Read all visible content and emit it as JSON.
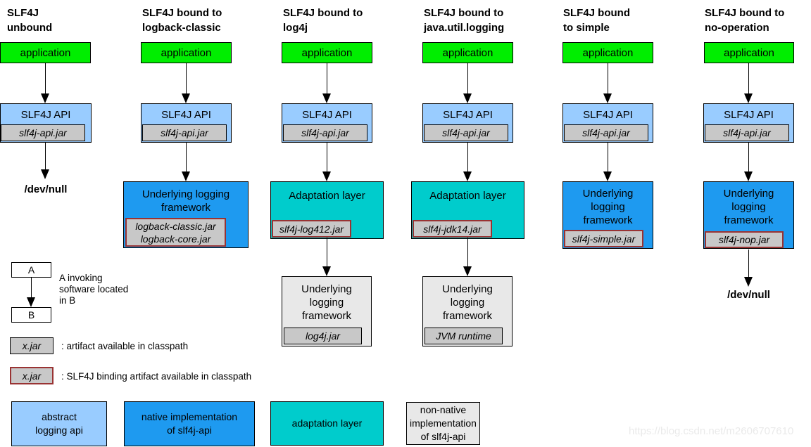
{
  "columns": [
    {
      "title": "SLF4J\nunbound",
      "application": "application",
      "api": "SLF4J API",
      "api_jar": "slf4j-api.jar",
      "sink": "/dev/null"
    },
    {
      "title": "SLF4J bound to\nlogback-classic",
      "application": "application",
      "api": "SLF4J API",
      "api_jar": "slf4j-api.jar",
      "framework": "Underlying logging\nframework",
      "framework_jars": "logback-classic.jar\nlogback-core.jar"
    },
    {
      "title": "SLF4J bound to\nlog4j",
      "application": "application",
      "api": "SLF4J API",
      "api_jar": "slf4j-api.jar",
      "adaptation": "Adaptation layer",
      "adaptation_jar": "slf4j-log412.jar",
      "framework": "Underlying\nlogging\nframework",
      "framework_jar": "log4j.jar"
    },
    {
      "title": "SLF4J bound to\njava.util.logging",
      "application": "application",
      "api": "SLF4J API",
      "api_jar": "slf4j-api.jar",
      "adaptation": "Adaptation layer",
      "adaptation_jar": "slf4j-jdk14.jar",
      "framework": "Underlying\nlogging\nframework",
      "framework_jar": "JVM runtime"
    },
    {
      "title": "SLF4J bound\nto simple",
      "application": "application",
      "api": "SLF4J API",
      "api_jar": "slf4j-api.jar",
      "framework": "Underlying\nlogging\nframework",
      "framework_jar": "slf4j-simple.jar"
    },
    {
      "title": "SLF4J bound to\nno-operation",
      "application": "application",
      "api": "SLF4J API",
      "api_jar": "slf4j-api.jar",
      "framework": "Underlying\nlogging\nframework",
      "framework_jar": "slf4j-nop.jar",
      "sink": "/dev/null"
    }
  ],
  "legend": {
    "invoker_box": "A",
    "invokee_box": "B",
    "invoking_note": "A invoking\nsoftware located\nin B",
    "artifact_jar": "x.jar",
    "artifact_note": ": artifact available in classpath",
    "binding_jar": "x.jar",
    "binding_note": ": SLF4J binding artifact available in classpath"
  },
  "color_key": [
    {
      "label": "abstract\nlogging api",
      "color": "#99ccff"
    },
    {
      "label": "native implementation\nof slf4j-api",
      "color": "#1e9af0"
    },
    {
      "label": "adaptation layer",
      "color": "#00cccc"
    },
    {
      "label": "non-native\nimplementation\nof slf4j-api",
      "color": "#e8e8e8"
    }
  ],
  "colors": {
    "application": "#00ee00",
    "abstract_logging_api": "#99ccff",
    "native_implementation": "#1e9af0",
    "adaptation_layer": "#00cccc",
    "non_native_implementation": "#e8e8e8",
    "jar_fill": "#c8c8c8",
    "binding_border": "#993333"
  },
  "watermark": "https://blog.csdn.net/m2606707610"
}
